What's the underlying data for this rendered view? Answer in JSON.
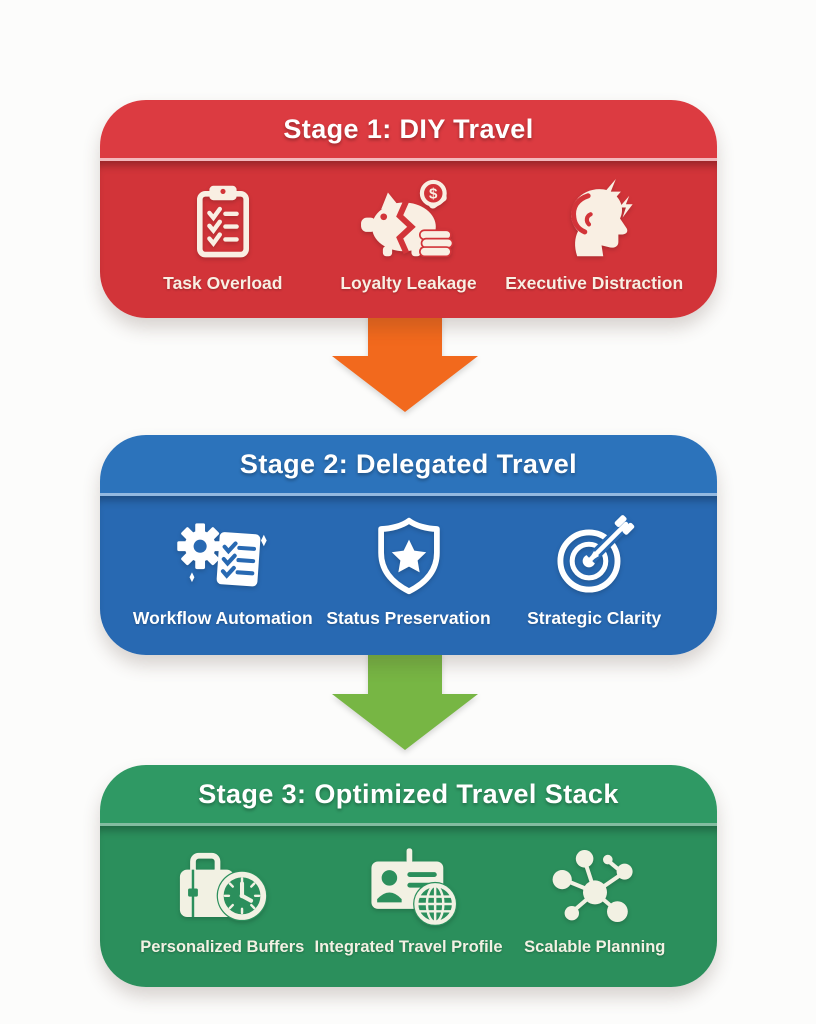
{
  "colors": {
    "page-bg": "#fcfcfb",
    "stage1-header": "#dc3b41",
    "stage1-body": "#d23439",
    "stage1-divider": "#f3b8bc",
    "stage1-icon": "#f9efe3",
    "stage2-header": "#2c73bb",
    "stage2-body": "#2869b2",
    "stage2-divider": "#93b9e0",
    "stage2-icon": "#ffffff",
    "stage3-header": "#2f9964",
    "stage3-body": "#2b8f5c",
    "stage3-divider": "#83bca0",
    "stage3-icon": "#f2f1e3",
    "arrow1": "#f2691d",
    "arrow2": "#77b644"
  },
  "stages": [
    {
      "title": "Stage 1: DIY Travel",
      "items": [
        {
          "icon": "clipboard-checklist-icon",
          "label": "Task Overload"
        },
        {
          "icon": "broken-piggy-bank-icon",
          "label": "Loyalty Leakage"
        },
        {
          "icon": "stressed-executive-icon",
          "label": "Executive Distraction"
        }
      ]
    },
    {
      "title": "Stage 2: Delegated Travel",
      "items": [
        {
          "icon": "gear-checklist-icon",
          "label": "Workflow Automation"
        },
        {
          "icon": "shield-star-icon",
          "label": "Status Preservation"
        },
        {
          "icon": "target-arrow-icon",
          "label": "Strategic Clarity"
        }
      ]
    },
    {
      "title": "Stage 3: Optimized Travel Stack",
      "items": [
        {
          "icon": "luggage-clock-icon",
          "label": "Personalized Buffers"
        },
        {
          "icon": "id-card-globe-icon",
          "label": "Integrated Travel Profile"
        },
        {
          "icon": "network-nodes-icon",
          "label": "Scalable Planning"
        }
      ]
    }
  ],
  "arrows": [
    {
      "name": "stage1-to-stage2-arrow",
      "direction": "down",
      "color_key": "arrow1"
    },
    {
      "name": "stage2-to-stage3-arrow",
      "direction": "down",
      "color_key": "arrow2"
    }
  ]
}
